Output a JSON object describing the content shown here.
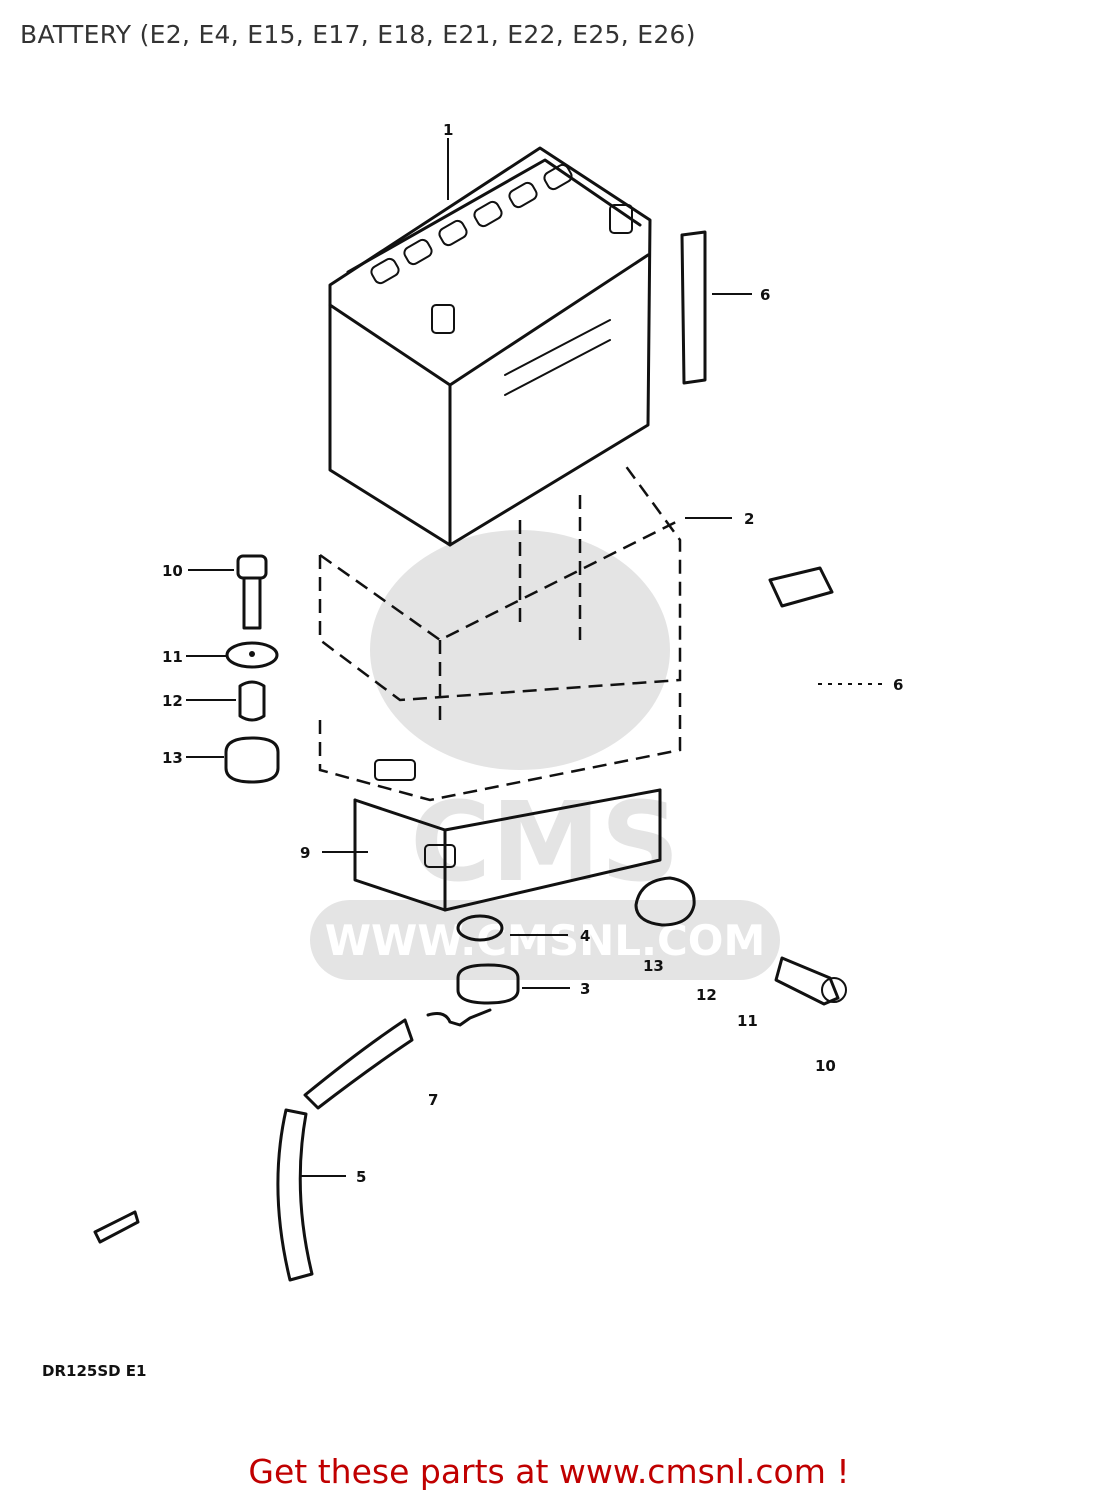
{
  "page": {
    "title": "BATTERY (E2, E4, E15, E17, E18, E21, E22, E25, E26)",
    "diagram_code": "DR125SD E1"
  },
  "watermark": {
    "brand": "CMS",
    "url": "WWW.CMSNL.COM"
  },
  "callouts": [
    {
      "id": "c1",
      "label": "1"
    },
    {
      "id": "c2",
      "label": "2"
    },
    {
      "id": "c3",
      "label": "3"
    },
    {
      "id": "c4",
      "label": "4"
    },
    {
      "id": "c5",
      "label": "5"
    },
    {
      "id": "c6a",
      "label": "6"
    },
    {
      "id": "c6b",
      "label": "6"
    },
    {
      "id": "c7",
      "label": "7"
    },
    {
      "id": "c9",
      "label": "9"
    },
    {
      "id": "c10a",
      "label": "10"
    },
    {
      "id": "c11a",
      "label": "11"
    },
    {
      "id": "c12a",
      "label": "12"
    },
    {
      "id": "c13a",
      "label": "13"
    },
    {
      "id": "c13b",
      "label": "13"
    },
    {
      "id": "c12b",
      "label": "12"
    },
    {
      "id": "c11b",
      "label": "11"
    },
    {
      "id": "c10b",
      "label": "10"
    }
  ],
  "footer": {
    "text": "Get these parts at www.cmsnl.com !"
  }
}
